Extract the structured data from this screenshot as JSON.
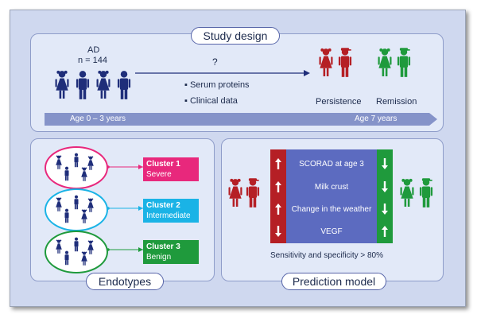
{
  "study_design": {
    "title": "Study design",
    "cohort_label": "AD",
    "cohort_n": "n = 144",
    "question": "?",
    "bullets": [
      "Serum proteins",
      "Clinical data"
    ],
    "outcomes": [
      "Persistence",
      "Remission"
    ],
    "age_start": "Age 0 – 3 years",
    "age_end": "Age 7 years"
  },
  "endotypes": {
    "title": "Endotypes",
    "clusters": [
      {
        "name": "Cluster 1",
        "label": "Severe",
        "color": "#e8287c"
      },
      {
        "name": "Cluster 2",
        "label": "Intermediate",
        "color": "#1ab3e6"
      },
      {
        "name": "Cluster 3",
        "label": "Benign",
        "color": "#1f9a3c"
      }
    ]
  },
  "prediction_model": {
    "title": "Prediction model",
    "features": [
      "SCORAD at age 3",
      "Milk crust",
      "Change in the weather",
      "VEGF"
    ],
    "persistence_arrows": [
      "up",
      "up",
      "up",
      "down"
    ],
    "remission_arrows": [
      "down",
      "down",
      "down",
      "up"
    ],
    "summary": "Sensitivity and specificity > 80%"
  },
  "colors": {
    "navy": "#1f2e7a",
    "red": "#b51f25",
    "green": "#1f9a3c",
    "model_blue": "#5c6bc0",
    "timeline": "#8593c9"
  },
  "icons": [
    "child-girl-icon",
    "child-boy-icon",
    "up-arrow-icon",
    "down-arrow-icon"
  ]
}
